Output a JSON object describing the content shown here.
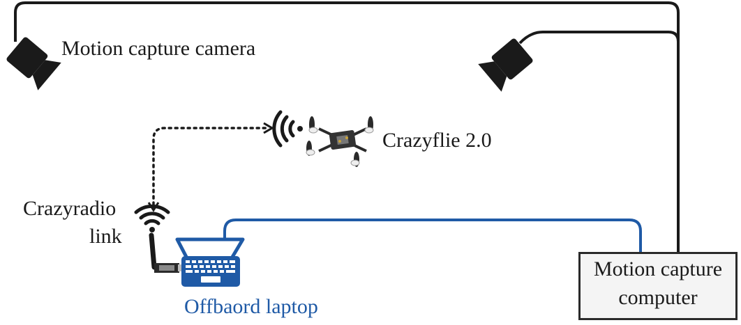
{
  "labels": {
    "camera": "Motion capture camera",
    "crazyflie": "Crazyflie 2.0",
    "radio_line1": "Crazyradio",
    "radio_line2": "link",
    "laptop": "Offbaord laptop",
    "computer_line1": "Motion capture",
    "computer_line2": "computer"
  },
  "colors": {
    "dark": "#1a1a1a",
    "blue": "#1f5aa6"
  },
  "icons": [
    "camera-icon",
    "wifi-icon",
    "quadcopter-icon",
    "laptop-icon",
    "usb-dongle-icon"
  ]
}
